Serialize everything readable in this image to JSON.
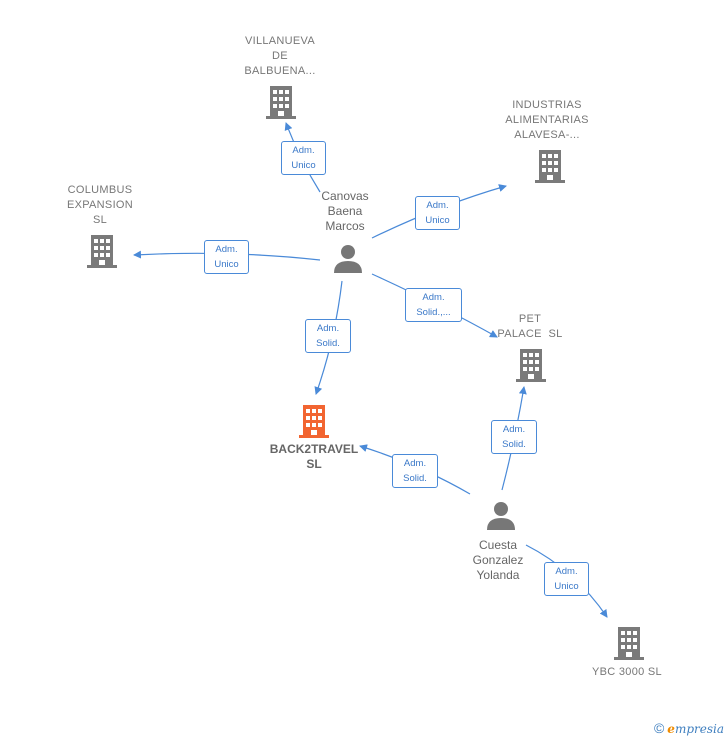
{
  "nodes": {
    "villanueva": [
      "VILLANUEVA",
      "DE",
      "BALBUENA..."
    ],
    "industrias": [
      "INDUSTRIAS",
      "ALIMENTARIAS",
      "ALAVESA-..."
    ],
    "columbus": [
      "COLUMBUS",
      "EXPANSION",
      "SL"
    ],
    "pet": [
      "PET",
      "PALACE  SL"
    ],
    "back2travel": [
      "BACK2TRAVEL",
      "SL"
    ],
    "ybc": [
      "YBC 3000 SL"
    ]
  },
  "persons": {
    "canovas": [
      "Canovas",
      "Baena",
      "Marcos"
    ],
    "cuesta": [
      "Cuesta",
      "Gonzalez",
      "Yolanda"
    ]
  },
  "edges": {
    "villanueva": [
      "Adm.",
      "Unico"
    ],
    "industrias": [
      "Adm.",
      "Unico"
    ],
    "columbus": [
      "Adm.",
      "Unico"
    ],
    "canovas_pet": [
      "Adm.",
      "Solid.,..."
    ],
    "canovas_back2travel": [
      "Adm.",
      "Solid."
    ],
    "cuesta_pet": [
      "Adm.",
      "Solid."
    ],
    "cuesta_back2travel": [
      "Adm.",
      "Solid."
    ],
    "cuesta_ybc": [
      "Adm.",
      "Unico"
    ]
  },
  "colors": {
    "edge": "#4a8ad8",
    "building": "#7a7a7a",
    "main_building": "#f26531",
    "person": "#777777"
  },
  "footer": {
    "copyright": "©",
    "brand_e": "e",
    "brand_rest": "mpresia"
  }
}
